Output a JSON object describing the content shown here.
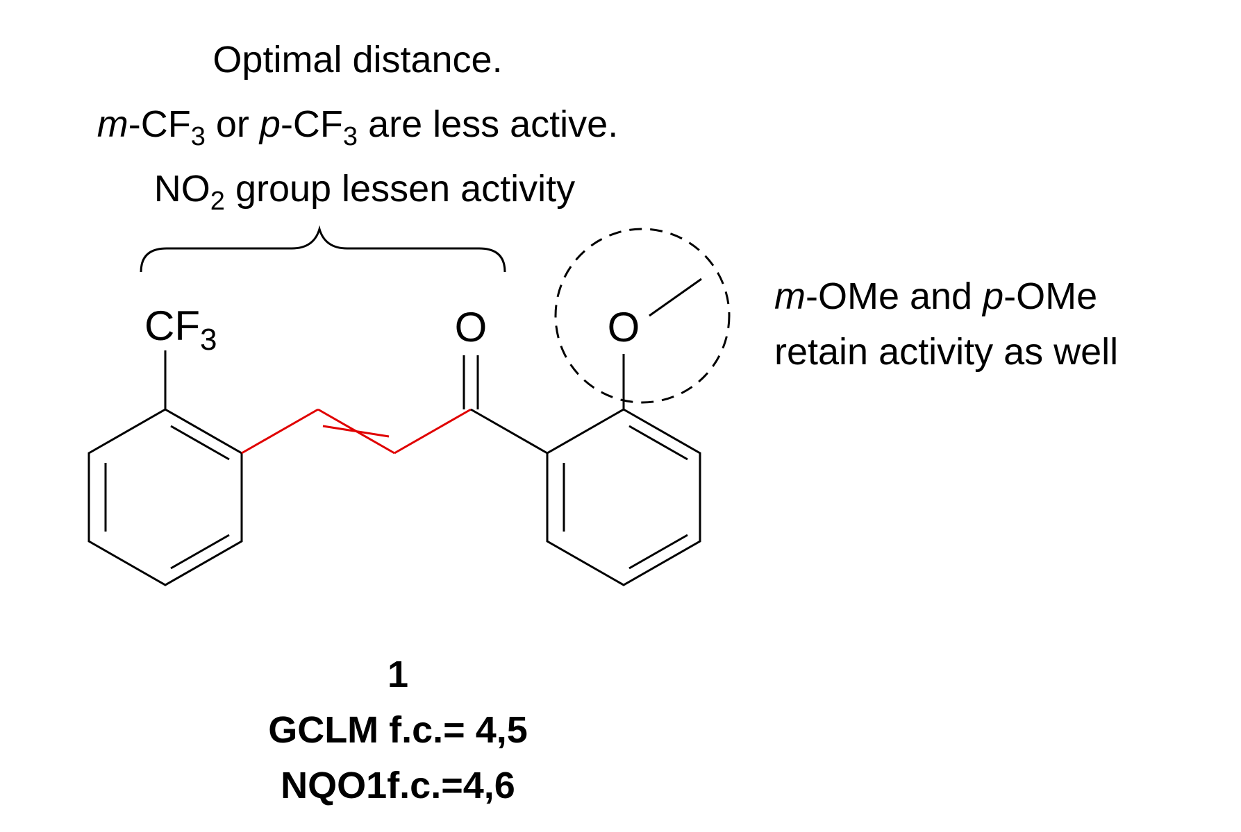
{
  "annotation_top": {
    "line1": "Optimal distance.",
    "line2": {
      "a": "m",
      "b": "-CF",
      "c": "3",
      "d": " or ",
      "e": "p",
      "f": "-CF",
      "g": "3",
      "h": " are less active."
    },
    "line3": {
      "a": "NO",
      "b": "2",
      "c": " group lessen activity"
    }
  },
  "annotation_right": {
    "line1": {
      "a": "m",
      "b": "-OMe and ",
      "c": "p",
      "d": "-OMe"
    },
    "line2": "retain activity as well"
  },
  "atoms": {
    "cf3_main": "CF",
    "cf3_sub": "3",
    "carbonyl_o": "O",
    "methoxy_o": "O"
  },
  "compound": {
    "number": "1",
    "gclm": "GCLM f.c.= 4,5",
    "nqo1": "NQO1f.c.=4,6"
  },
  "colors": {
    "bond": "#000000",
    "linker": "#e00000"
  }
}
